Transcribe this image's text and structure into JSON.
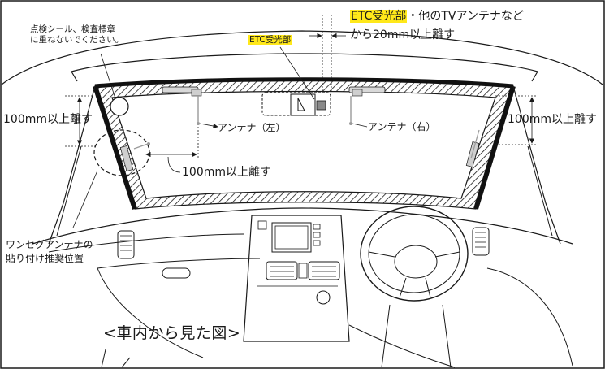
{
  "labels": {
    "seal_warning_line1": "点検シール、検査標章",
    "seal_warning_line2": "に重ねないでください。",
    "etc_receiver_top": "ETC受光部",
    "etc_other_antenna_suffix": "・他のTVアンテナなど",
    "distance_20mm": "から20mm以上離す",
    "etc_receiver_center": "ETC受光部",
    "distance_100mm_left": "100mm以上離す",
    "distance_100mm_right": "100mm以上離す",
    "distance_100mm_pillar": "100mm以上離す",
    "antenna_left": "アンテナ（左）",
    "antenna_right": "アンテナ（右）",
    "oneseg_line1": "ワンセグアンテナの",
    "oneseg_line2": "貼り付け推奨位置",
    "view_caption": "<車内から見た図>"
  },
  "colors": {
    "highlight": "#ffe81a",
    "line": "#1a1a1a",
    "antenna_grey": "#9a9a9a",
    "etc_box": "#8a8a8a"
  }
}
